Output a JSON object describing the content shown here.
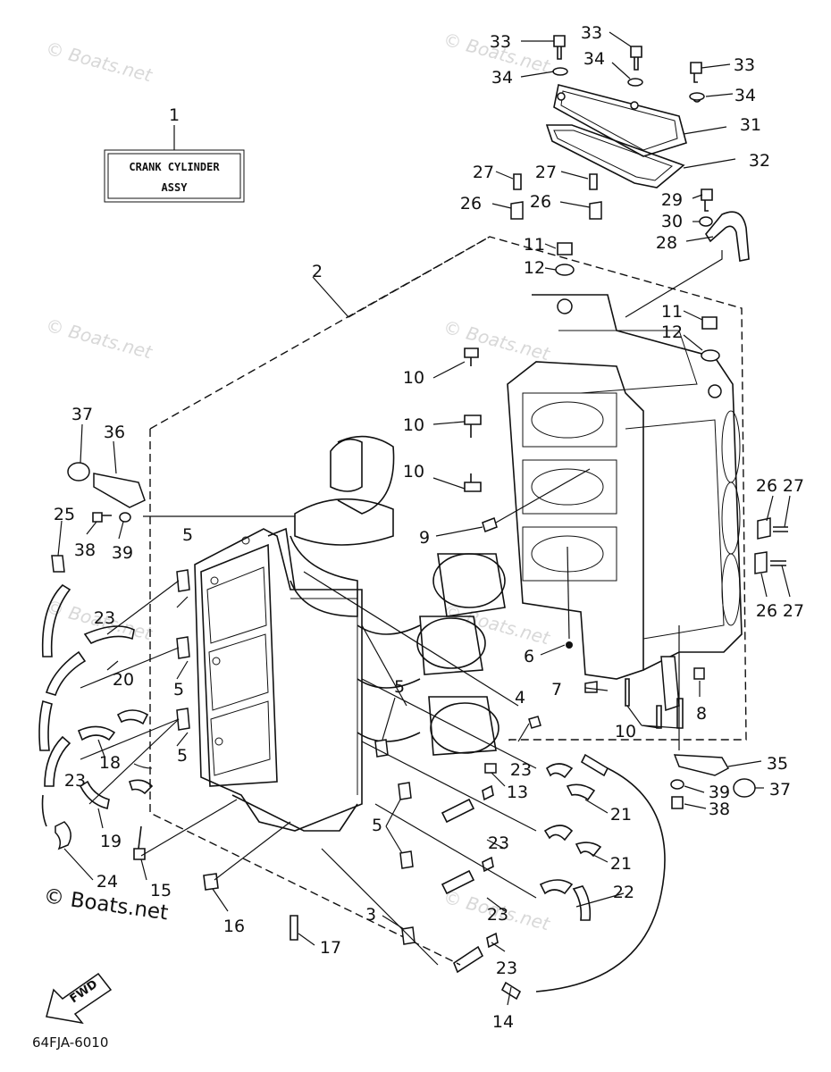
{
  "title_box": {
    "line1": "CRANK CYLINDER",
    "line2": "ASSY"
  },
  "watermarks": [
    "© Boats.net",
    "© Boats.net",
    "© Boats.net",
    "© Boats.net",
    "© Boats.net",
    "© Boats.net",
    "© Boats.net"
  ],
  "copyright": "© Boats.net",
  "diagram_code": "64FJA-6010",
  "fwd_label": "FWD",
  "callouts": [
    "1",
    "2",
    "3",
    "4",
    "5",
    "5",
    "5",
    "5",
    "5",
    "6",
    "7",
    "8",
    "9",
    "10",
    "10",
    "10",
    "10",
    "11",
    "11",
    "12",
    "12",
    "13",
    "14",
    "15",
    "16",
    "17",
    "18",
    "19",
    "20",
    "21",
    "21",
    "22",
    "23",
    "23",
    "23",
    "23",
    "23",
    "23",
    "24",
    "25",
    "26",
    "26",
    "26",
    "26",
    "27",
    "27",
    "27",
    "27",
    "28",
    "29",
    "30",
    "31",
    "32",
    "33",
    "33",
    "33",
    "34",
    "34",
    "34",
    "35",
    "36",
    "37",
    "37",
    "38",
    "38",
    "39",
    "39"
  ]
}
